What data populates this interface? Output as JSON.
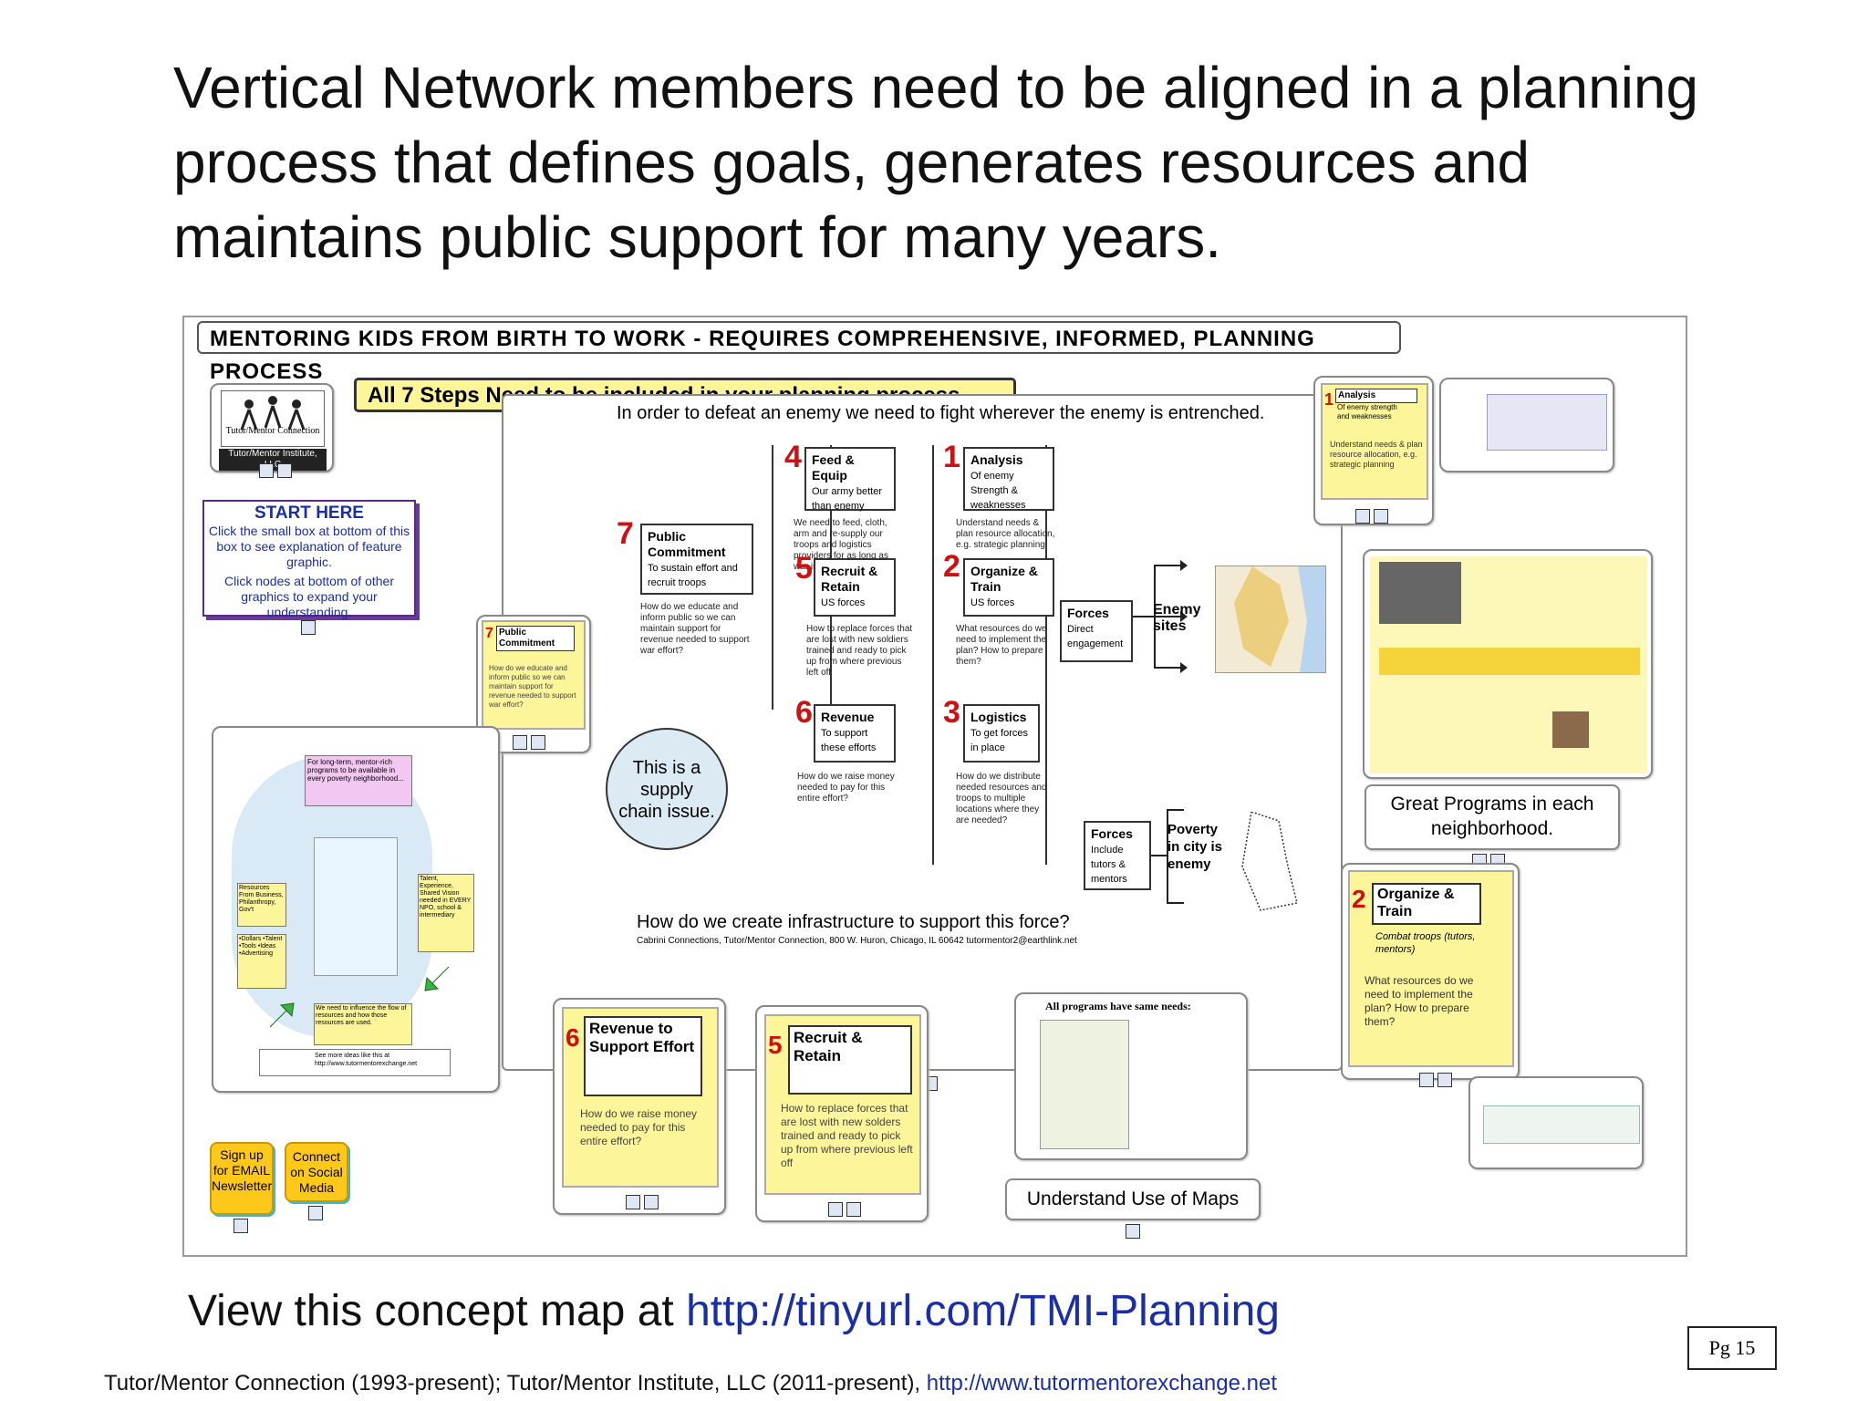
{
  "slide": {
    "title": "Vertical Network members need to be aligned in a planning process that defines goals, generates resources and maintains public support for many years.",
    "caption_prefix": "View this concept map at ",
    "caption_link": "http://tinyurl.com/TMI-Planning",
    "footer_text": "Tutor/Mentor Connection (1993-present); Tutor/Mentor Institute, LLC (2011-present), ",
    "footer_link": "http://www.tutormentorexchange.net",
    "page": "Pg  15"
  },
  "map": {
    "header": "MENTORING KIDS FROM BIRTH TO WORK - REQUIRES COMPREHENSIVE, INFORMED, PLANNING PROCESS",
    "steps_banner": "All 7 Steps Need to be included in your planning process.",
    "logo_text": "Tutor/Mentor Connection",
    "logo_sub": "Tutor/Mentor Institute, LLC",
    "start_title": "START HERE",
    "start_text1": "Click the small box at bottom of this box to see explanation of feature graphic.",
    "start_text2": "Click nodes at bottom of other graphics to expand your understanding.",
    "enemy_line": "In  order to defeat an enemy we need to fight wherever the enemy is entrenched.",
    "supply": "This is a supply chain issue.",
    "infra_q": "How do we create infrastructure to support this force?",
    "infra_addr": "Cabrini Connections, Tutor/Mentor Connection, 800 W. Huron, Chicago, IL 60642  tutormentor2@earthlink.net",
    "great_programs": "Great Programs in each neighborhood.",
    "understand_maps": "Understand Use of Maps",
    "signup": "Sign up for EMAIL Newsletter",
    "connect": "Connect on Social Media",
    "all_programs": "All programs have same needs:",
    "forces1": "Forces",
    "forces1_sub": "Direct engagement",
    "enemy_sites": "Enemy sites",
    "forces2": "Forces",
    "forces2_sub": "Include tutors & mentors",
    "poverty": "Poverty in city is enemy",
    "steps": [
      {
        "n": "4",
        "title": "Feed & Equip",
        "sub": "Our army better than enemy",
        "desc": "We need to feed, cloth, arm and re-supply our troops and logistics providers for as long as war is in progress."
      },
      {
        "n": "1",
        "title": "Analysis",
        "sub": "Of enemy Strength & weaknesses",
        "desc": "Understand needs & plan resource allocation, e.g. strategic planning"
      },
      {
        "n": "7",
        "title": "Public Commitment",
        "sub": "To sustain effort and recruit troops",
        "desc": "How do we educate and inform public so we can maintain support for revenue needed to support war effort?"
      },
      {
        "n": "5",
        "title": "Recruit & Retain",
        "sub": "US forces",
        "desc": "How to replace forces that are lost with new soldiers trained and ready to pick up from where previous left off"
      },
      {
        "n": "2",
        "title": "Organize & Train",
        "sub": "US forces",
        "desc": "What resources do we need to implement the plan? How to prepare them?"
      },
      {
        "n": "6",
        "title": "Revenue",
        "sub": "To support these efforts",
        "desc": "How do we raise money needed to pay for this entire effort?"
      },
      {
        "n": "3",
        "title": "Logistics",
        "sub": "To get forces in place",
        "desc": "How do we distribute needed resources and troops to multiple locations where they are needed?"
      }
    ],
    "side_nodes": {
      "analysis_title": "Analysis",
      "analysis_sub": "Of enemy strength and weaknesses",
      "analysis_desc": "Understand needs & plan resource allocation, e.g. strategic planning",
      "public_title": "Public Commitment",
      "public_desc": "How do we educate and inform public so we can maintain support for revenue needed to support war effort?",
      "organize_title": "Organize & Train",
      "organize_sub": "Combat troops (tutors, mentors)",
      "organize_desc": "What resources do we need to implement the plan? How to prepare them?",
      "revenue_title": "Revenue to Support Effort",
      "revenue_desc": "How do we raise money needed to pay for this entire effort?",
      "recruit_title": "Recruit & Retain",
      "recruit_desc": "How to replace forces that are lost with new solders trained and ready to pick up from where previous left off"
    },
    "left_labels": {
      "l1": "For long-term, mentor-rich programs to be available in every poverty neighborhood...",
      "l_talent": "Talent, Experience, Shared Vision needed in EVERY NPO, school & intermediary",
      "l_resources": "Resources From Business, Philanthropy, Gov't",
      "l_list": "•Dollars •Talent •Tools •Ideas •Advertising",
      "l_influence": "We need to influence the flow of resources and how those resources are used.",
      "l_more": "See more ideas like this at http://www.tutormentorexchange.net"
    }
  }
}
